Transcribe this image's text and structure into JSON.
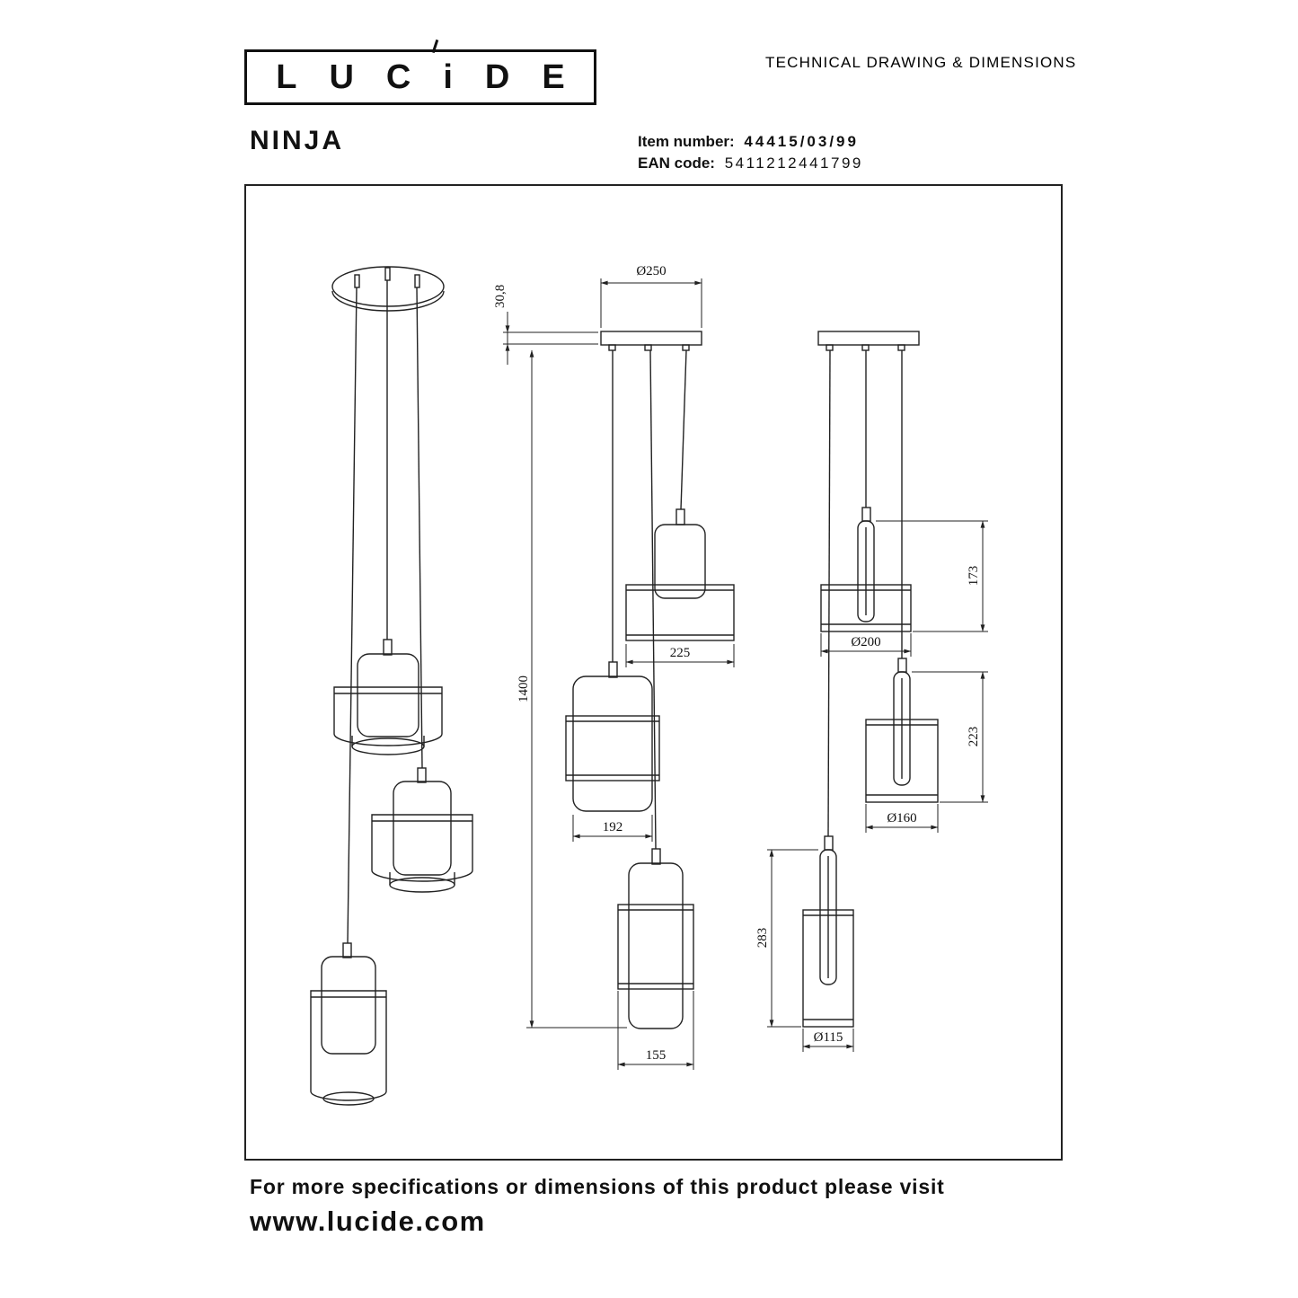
{
  "header": {
    "logo_letters": "LUCiDE",
    "title": "TECHNICAL DRAWING & DIMENSIONS"
  },
  "product": {
    "name": "NINJA",
    "item_label": "Item number:",
    "item_value": "44415/03/99",
    "ean_label": "EAN code:",
    "ean_value": "5411212441799"
  },
  "drawing": {
    "front_view": {
      "canopy_diameter": "Ø250",
      "canopy_height": "30,8",
      "total_length": "1400",
      "shade_width_large": "225",
      "shade_width_medium": "192",
      "shade_width_small": "155"
    },
    "side_view": {
      "pendant_length_large": "173",
      "glass_diameter_large": "Ø200",
      "pendant_length_medium": "223",
      "glass_diameter_medium": "Ø160",
      "pendant_length_small": "283",
      "glass_diameter_small": "Ø115"
    }
  },
  "footer": {
    "line1": "For more specifications or dimensions of this product please visit",
    "line2": "www.lucide.com"
  },
  "colors": {
    "line": "#222222",
    "background": "#ffffff"
  }
}
